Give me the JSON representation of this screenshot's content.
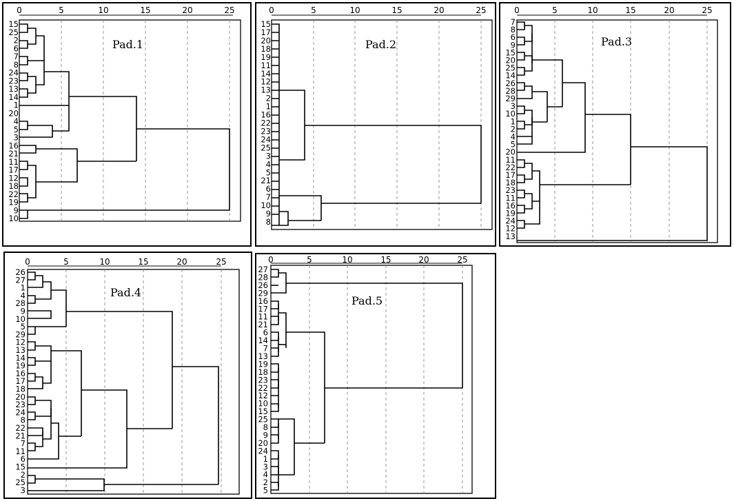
{
  "panels": [
    {
      "id": "pad1",
      "title": "Pad.1",
      "ticks": [
        "0",
        "5",
        "10",
        "15",
        "20",
        "25"
      ],
      "leaves": [
        "15",
        "25",
        "2",
        "6",
        "7",
        "8",
        "24",
        "23",
        "13",
        "14",
        "1",
        "20",
        "4",
        "5",
        "3",
        "16",
        "21",
        "11",
        "17",
        "12",
        "18",
        "22",
        "19",
        "9",
        "10"
      ]
    },
    {
      "id": "pad2",
      "title": "Pad.2",
      "ticks": [
        "0",
        "5",
        "10",
        "15",
        "20",
        "25"
      ],
      "leaves": [
        "15",
        "17",
        "20",
        "18",
        "19",
        "11",
        "14",
        "12",
        "13",
        "2",
        "1",
        "16",
        "22",
        "23",
        "24",
        "25",
        "3",
        "4",
        "5",
        "21",
        "6",
        "7",
        "10",
        "9",
        "8"
      ]
    },
    {
      "id": "pad3",
      "title": "Pad.3",
      "ticks": [
        "0",
        "5",
        "10",
        "15",
        "20",
        "25"
      ],
      "leaves": [
        "7",
        "8",
        "6",
        "9",
        "15",
        "20",
        "25",
        "14",
        "26",
        "28",
        "29",
        "3",
        "10",
        "1",
        "2",
        "4",
        "5",
        "20",
        "11",
        "22",
        "17",
        "18",
        "23",
        "11",
        "16",
        "19",
        "24",
        "12",
        "13"
      ]
    },
    {
      "id": "pad4",
      "title": "Pad.4",
      "ticks": [
        "0",
        "5",
        "10",
        "15",
        "20",
        "25"
      ],
      "leaves": [
        "26",
        "27",
        "1",
        "4",
        "28",
        "9",
        "10",
        "5",
        "29",
        "12",
        "13",
        "14",
        "19",
        "16",
        "17",
        "18",
        "20",
        "23",
        "24",
        "8",
        "22",
        "21",
        "7",
        "11",
        "6",
        "15",
        "2",
        "25",
        "3"
      ]
    },
    {
      "id": "pad5",
      "title": "Pad.5",
      "ticks": [
        "0",
        "5",
        "10",
        "15",
        "20",
        "25"
      ],
      "leaves": [
        "27",
        "28",
        "26",
        "29",
        "16",
        "17",
        "11",
        "21",
        "6",
        "14",
        "7",
        "13",
        "19",
        "18",
        "23",
        "22",
        "12",
        "10",
        "15",
        "25",
        "8",
        "9",
        "20",
        "24",
        "1",
        "3",
        "4",
        "2",
        "5"
      ]
    }
  ]
}
